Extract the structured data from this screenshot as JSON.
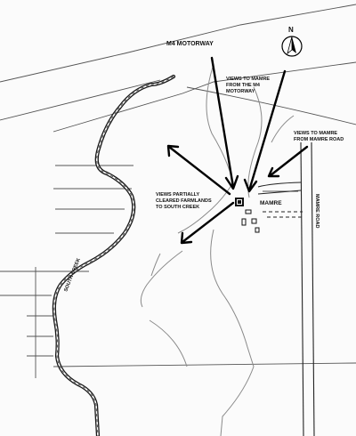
{
  "map": {
    "labels": {
      "m4_motorway": "M4 MOTORWAY",
      "views_m4_line1": "VIEWS TO MAMRE",
      "views_m4_line2": "FROM THE M4",
      "views_m4_line3": "MOTORWAY",
      "views_road_line1": "VIEWS TO MAMRE",
      "views_road_line2": "FROM MAMRE ROAD",
      "views_partial_line1": "VIEWS PARTIALLY",
      "views_partial_line2": "CLEARED FARMLANDS",
      "views_partial_line3": "TO SOUTH CREEK",
      "mamre": "MAMRE",
      "mamre_road": "MAMRE ROAD",
      "south_creek": "SOUTH CREEK",
      "north": "N"
    },
    "icons": {
      "north_arrow": "north-arrow-icon",
      "homestead": "homestead-building-icon"
    },
    "colors": {
      "ink": "#000000",
      "paper": "#fbfbfb",
      "faint_line": "#8a8a8a"
    }
  }
}
